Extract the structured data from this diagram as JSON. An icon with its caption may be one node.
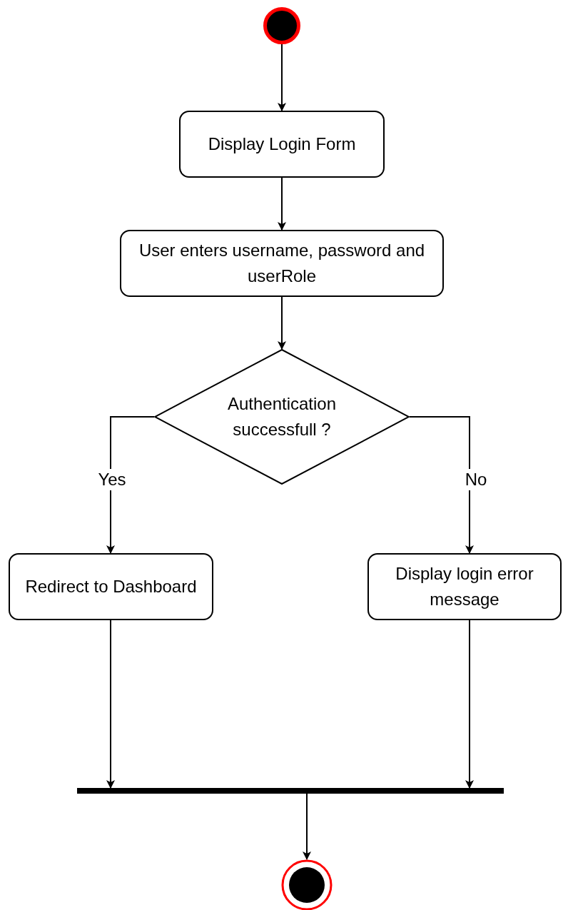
{
  "diagram": {
    "nodes": [
      {
        "text": [],
        "shape": "circle"
      },
      {
        "text": [
          "Display Login Form"
        ]
      },
      {
        "text": [
          "User enters username, password and userRole"
        ]
      },
      {
        "text": [
          "Authentication successfull ?"
        ]
      },
      {
        "text": [
          "Redirect to Dashboard"
        ]
      },
      {
        "text": [
          "Display login error message"
        ]
      },
      {
        "text": [],
        "shape": "bar"
      },
      {
        "text": [],
        "shape": "circle"
      }
    ],
    "edges": [
      {
        "from": 0,
        "to": 1,
        "arrow": "to"
      },
      {
        "from": 1,
        "to": 2,
        "arrow": "to"
      },
      {
        "from": 2,
        "to": 3,
        "arrow": "to"
      },
      {
        "from": 3,
        "to": 4,
        "arrow": "to",
        "label": "Yes"
      },
      {
        "from": 3,
        "to": 5,
        "arrow": "to",
        "label": "No"
      },
      {
        "from": 4,
        "to": 6,
        "arrow": "to"
      },
      {
        "from": 5,
        "to": 6,
        "arrow": "to"
      },
      {
        "from": 6,
        "to": 7,
        "arrow": "to"
      }
    ]
  }
}
